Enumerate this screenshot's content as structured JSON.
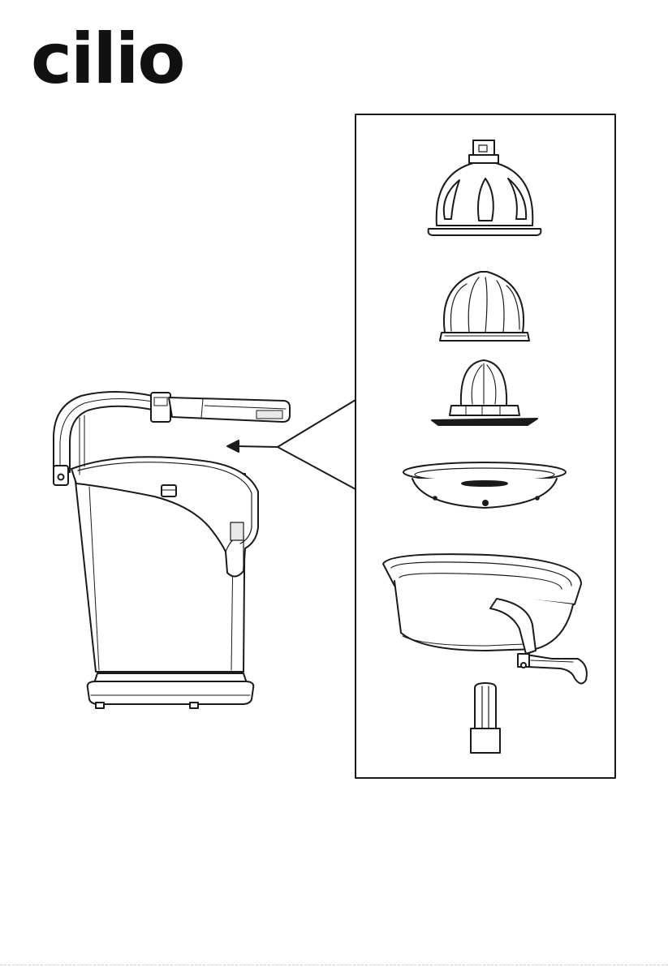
{
  "brand": {
    "logo_text": "cilio"
  },
  "colors": {
    "line": "#1a1a1a",
    "fill": "#ffffff",
    "shade": "#e9e9e9"
  },
  "parts_panel": {
    "items": [
      "pressing-cone-cover",
      "large-juicing-cone",
      "small-juicing-cone",
      "strainer-filter",
      "juice-container-with-spout",
      "drive-shaft"
    ]
  }
}
